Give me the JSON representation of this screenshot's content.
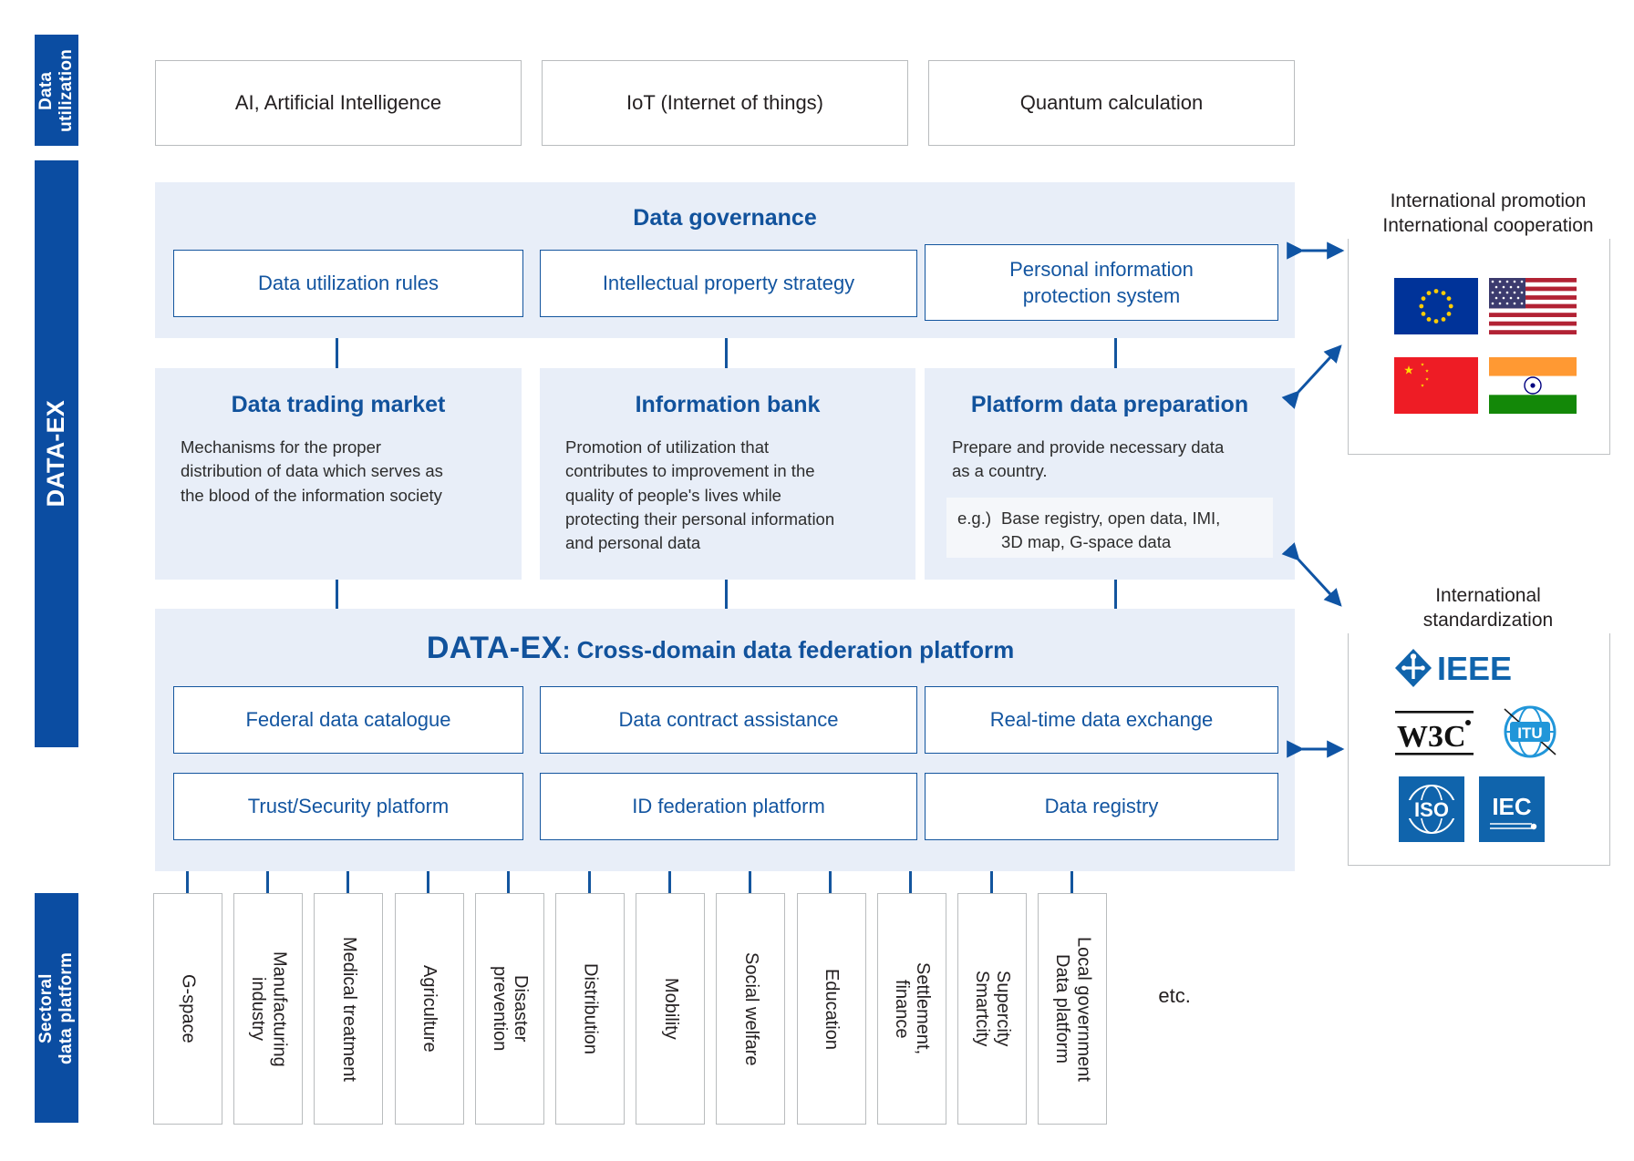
{
  "diagram": {
    "title": "DATA-EX cross-domain data federation platform architecture"
  },
  "left_bands": [
    {
      "key": "utilization",
      "label": "Data\nutilization"
    },
    {
      "key": "dataex",
      "label": "DATA-EX"
    },
    {
      "key": "sectoral",
      "label": "Sectoral\ndata platform"
    }
  ],
  "utilization_row": {
    "items": [
      {
        "label": "AI, Artificial Intelligence"
      },
      {
        "label": "IoT (Internet of things)"
      },
      {
        "label": "Quantum calculation"
      }
    ]
  },
  "governance": {
    "title": "Data governance",
    "items": [
      {
        "label": "Data utilization rules"
      },
      {
        "label": "Intellectual property strategy"
      },
      {
        "label": "Personal information\nprotection system"
      }
    ]
  },
  "pillars": [
    {
      "title": "Data trading market",
      "body": "Mechanisms for the proper\ndistribution of data which serves as\nthe blood of the information society"
    },
    {
      "title": "Information bank",
      "body": "Promotion of utilization that\ncontributes to improvement in the\nquality of people's lives while\nprotecting their personal information\nand personal data"
    },
    {
      "title": "Platform data preparation",
      "body": "Prepare and provide necessary data\nas a country.",
      "example": {
        "label": "e.g.)",
        "text": "Base registry, open data, IMI,\n3D map, G-space data"
      }
    }
  ],
  "platform": {
    "title_strong": "DATA-EX",
    "title_rest": ": Cross-domain data federation platform",
    "features_row1": [
      {
        "label": "Federal data catalogue"
      },
      {
        "label": "Data contract assistance"
      },
      {
        "label": "Real-time data exchange"
      }
    ],
    "features_row2": [
      {
        "label": "Trust/Security platform"
      },
      {
        "label": "ID federation platform"
      },
      {
        "label": "Data registry"
      }
    ]
  },
  "sectoral": {
    "items": [
      {
        "label": "G-space"
      },
      {
        "label": "Manufacturing\nindustry"
      },
      {
        "label": "Medical treatment"
      },
      {
        "label": "Agriculture"
      },
      {
        "label": "Disaster\nprevention"
      },
      {
        "label": "Distribution"
      },
      {
        "label": "Mobility"
      },
      {
        "label": "Social welfare"
      },
      {
        "label": "Education"
      },
      {
        "label": "Settlement,\nfinance"
      },
      {
        "label": "Supercity\nSmartcity"
      },
      {
        "label": "Local government\nData platform"
      }
    ],
    "etc": "etc."
  },
  "side_panels": {
    "promotion": {
      "caption": "International promotion\nInternational cooperation",
      "flags": [
        {
          "name": "eu-flag",
          "alt": "European Union"
        },
        {
          "name": "us-flag",
          "alt": "United States"
        },
        {
          "name": "china-flag",
          "alt": "China"
        },
        {
          "name": "india-flag",
          "alt": "India"
        }
      ]
    },
    "standardization": {
      "caption": "International\nstandardization",
      "logos": [
        {
          "name": "ieee-logo",
          "text": "IEEE"
        },
        {
          "name": "w3c-logo",
          "text": "W3C"
        },
        {
          "name": "itu-logo",
          "text": "ITU"
        },
        {
          "name": "iso-logo",
          "text": "ISO"
        },
        {
          "name": "iec-logo",
          "text": "IEC"
        }
      ]
    }
  },
  "colors": {
    "brand_blue": "#0b4da2",
    "panel_blue": "#e8eef8",
    "line_blue": "#13559e",
    "text_blue": "#11529c"
  }
}
